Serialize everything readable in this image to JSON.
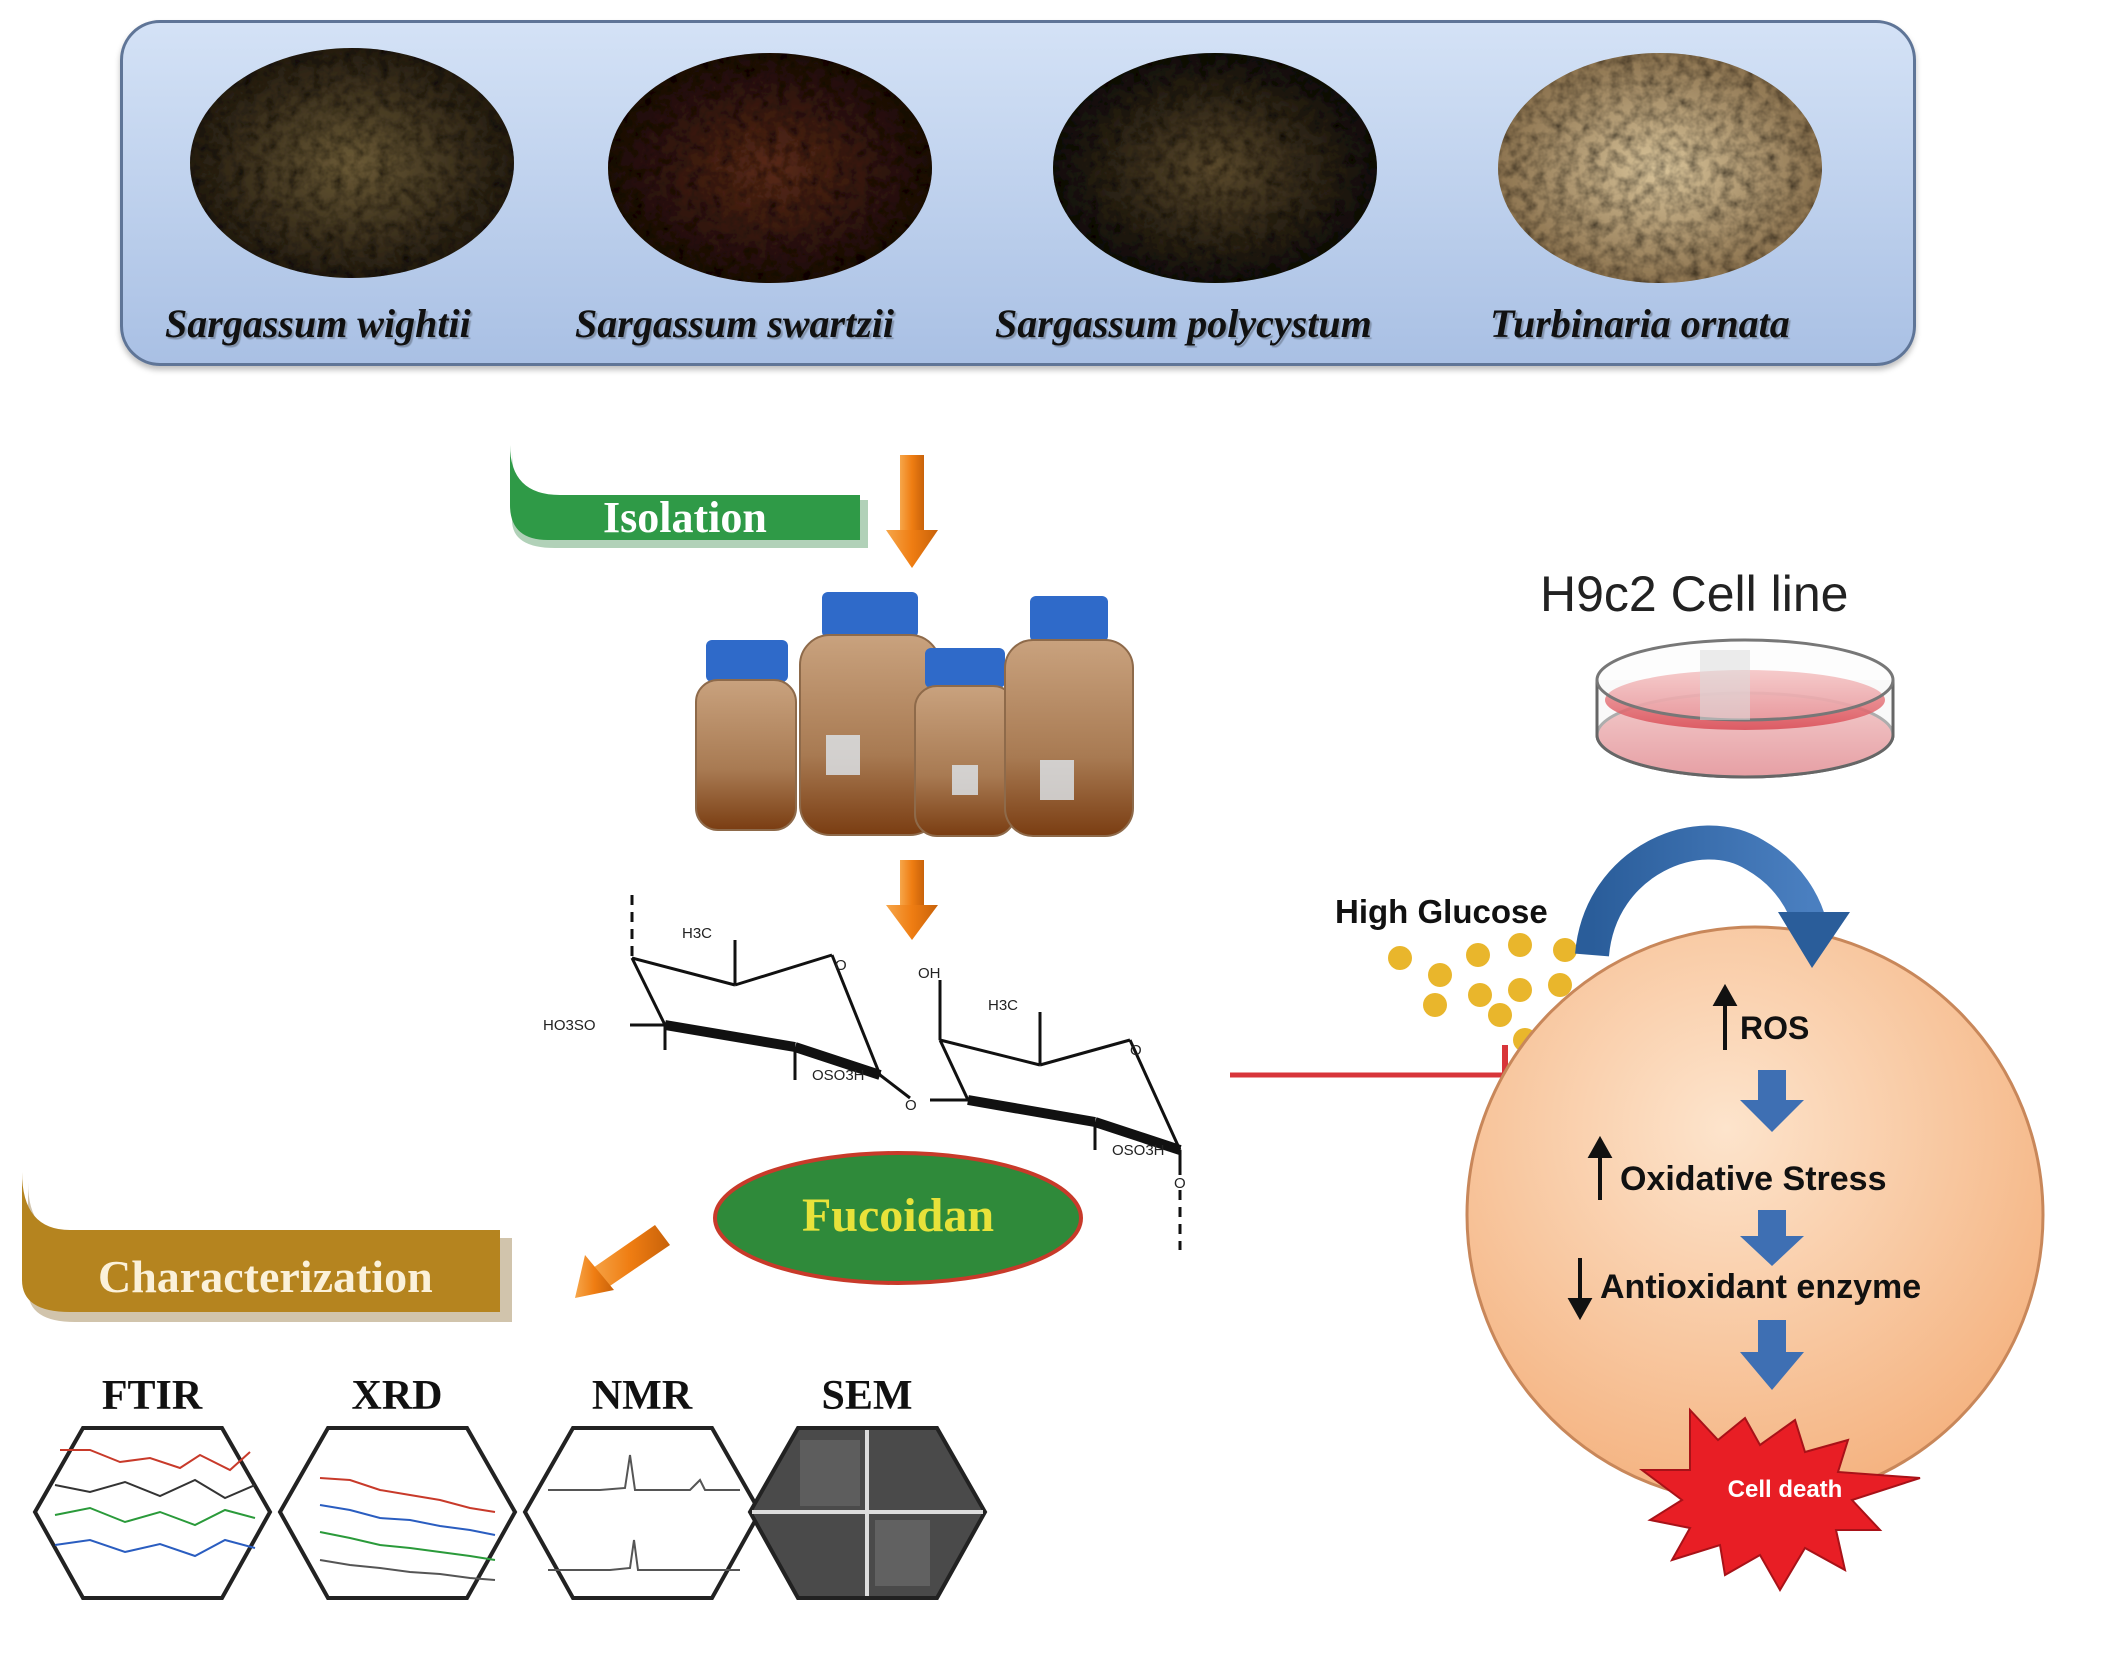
{
  "species": [
    {
      "name": "Sargassum wightii",
      "color": "#3e3420"
    },
    {
      "name": "Sargassum swartzii",
      "color": "#3a1d12"
    },
    {
      "name": "Sargassum polycystum",
      "color": "#2e2418"
    },
    {
      "name": "Turbinaria ornata",
      "color": "#b9a178"
    }
  ],
  "tags": {
    "isolation": "Isolation",
    "characterization": "Characterization",
    "fucoidan": "Fucoidan"
  },
  "structure": {
    "h3c_1": "H3C",
    "h3c_2": "H3C",
    "ho3so": "HO3SO",
    "oso3h_1": "OSO3H",
    "oso3h_2": "OSO3H",
    "oh": "OH",
    "o": "O"
  },
  "techniques": [
    "FTIR",
    "XRD",
    "NMR",
    "SEM"
  ],
  "cell_line": "H9c2 Cell line",
  "high_glucose": "High Glucose",
  "cascade": {
    "ros": "ROS",
    "oxidative_stress": "Oxidative Stress",
    "antioxidant_enzyme": "Antioxidant enzyme",
    "cell_death": "Cell death"
  },
  "colors": {
    "banner_fill": "#b7ccec",
    "isolation_green": "#2f9a47",
    "characterization_gold": "#b5841f",
    "fucoidan_green": "#2f8a3a",
    "fucoidan_text": "#e8e23a",
    "arrow_orange": "#ef8a1e",
    "inhibit_red": "#d8353a",
    "cell_fill": "#f7c49a",
    "cascade_arrow": "#3e6fb3",
    "cell_death_red": "#e81e25",
    "glucose_dot": "#e9b62c"
  }
}
